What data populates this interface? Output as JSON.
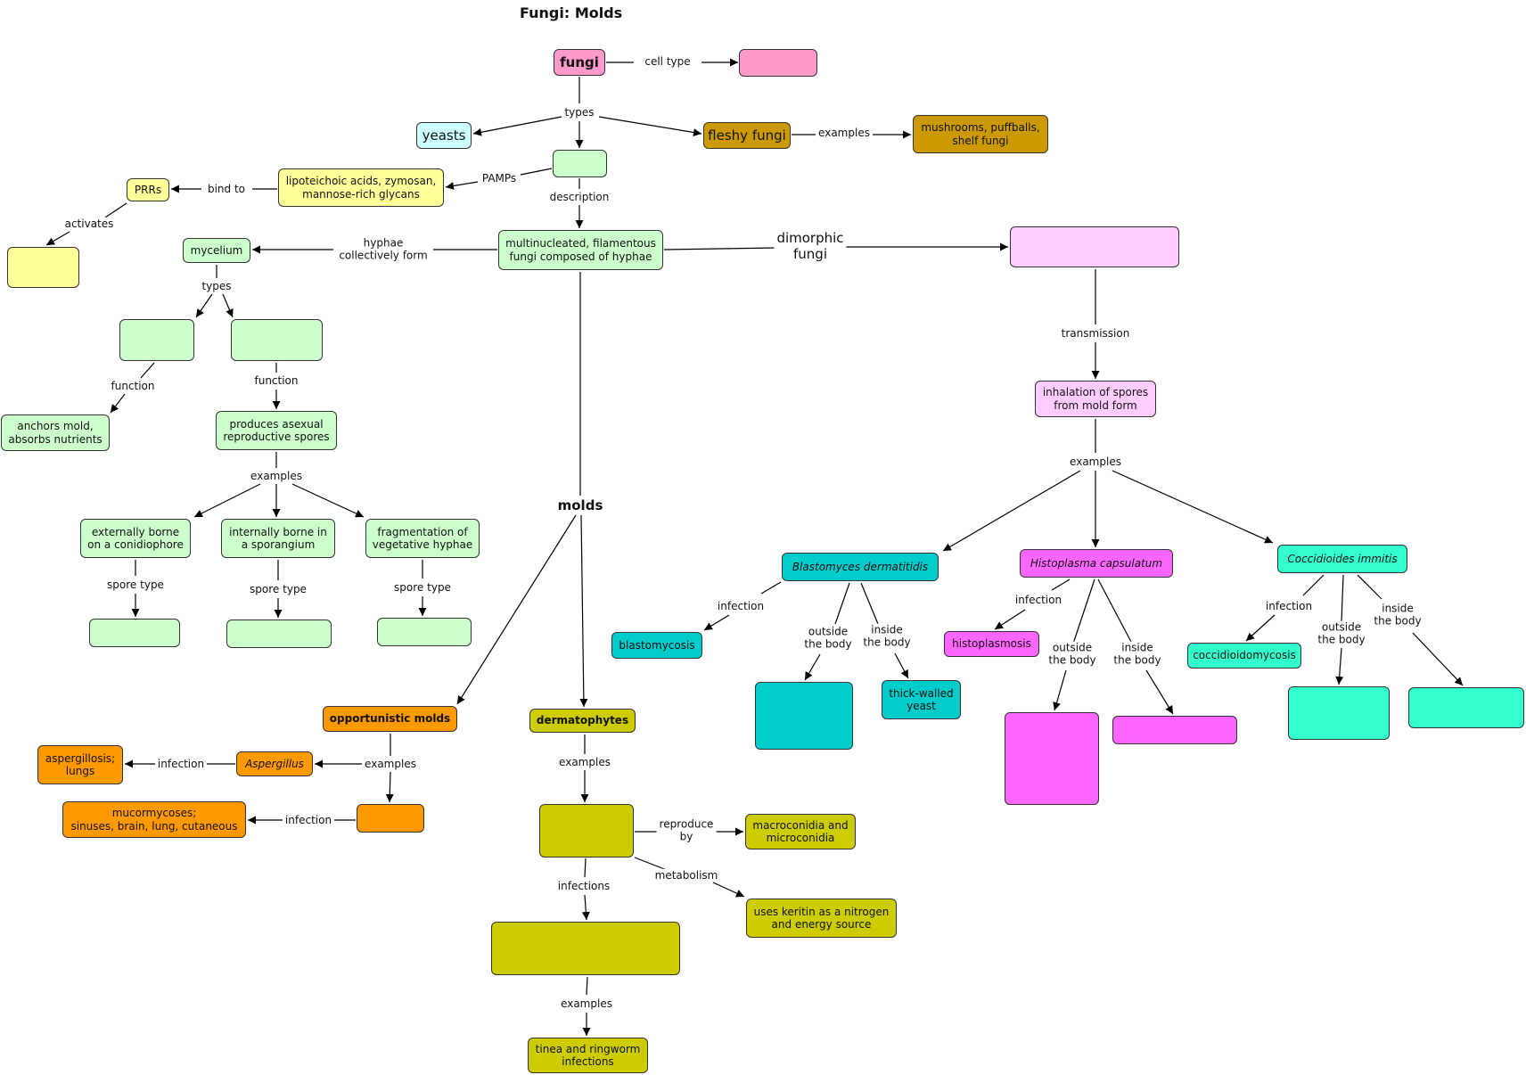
{
  "title": "Fungi: Molds",
  "nodes": {
    "fungi": "fungi",
    "cell_type_target": "",
    "yeasts": "yeasts",
    "molds_box": "",
    "fleshy_fungi": "fleshy fungi",
    "fleshy_examples": "mushrooms, puffballs,\nshelf fungi",
    "pamps": "lipoteichoic acids, zymosan,\nmannose-rich glycans",
    "prrs": "PRRs",
    "prr_target": "",
    "description": "multinucleated, filamentous\nfungi composed of hyphae",
    "dimorphic_target": "",
    "mycelium": "mycelium",
    "hyphae_type1": "",
    "hyphae_type2": "",
    "anchors": "anchors mold,\nabsorbs nutrients",
    "produces_spores": "produces asexual\nreproductive spores",
    "externally_borne": "externally borne\non a conidiophore",
    "internally_borne": "internally borne in\na sporangium",
    "fragmentation": "fragmentation of\nvegetative hyphae",
    "spore1": "",
    "spore2": "",
    "spore3": "",
    "inhalation": "inhalation of spores\nfrom mold form",
    "blastomyces": "Blastomyces dermatitidis",
    "histoplasma": "Histoplasma capsulatum",
    "coccidioides": "Coccidioides immitis",
    "blastomycosis": "blastomycosis",
    "blasto_outside": "",
    "thick_walled": "thick-walled\nyeast",
    "histoplasmosis": "histoplasmosis",
    "histo_outside": "",
    "histo_inside": "",
    "coccidioidomycosis": "coccidioidomycosis",
    "cocci_outside": "",
    "cocci_inside": "",
    "opportunistic": "opportunistic molds",
    "aspergillus": "Aspergillus",
    "aspergillosis": "aspergillosis;\nlungs",
    "mucor_genus": "",
    "mucormycoses": "mucormycoses;\nsinuses, brain, lung, cutaneous",
    "dermatophytes": "dermatophytes",
    "dermato_genera": "",
    "macroconidia": "macroconidia and\nmicroconidia",
    "keritin": "uses keritin as a nitrogen\nand energy source",
    "dermato_infections": "",
    "tinea": "tinea and ringworm\ninfections"
  },
  "labels": {
    "cell_type": "cell type",
    "types_top": "types",
    "fleshy_examples": "examples",
    "pamps": "PAMPs",
    "bind_to": "bind to",
    "activates": "activates",
    "description": "description",
    "hyphae_form": "hyphae\ncollectively form",
    "dimorphic": "dimorphic\nfungi",
    "molds": "molds",
    "mycelium_types": "types",
    "function_left": "function",
    "function_right": "function",
    "spore_examples": "examples",
    "spore_type_1": "spore type",
    "spore_type_2": "spore type",
    "spore_type_3": "spore type",
    "transmission": "transmission",
    "dimorphic_examples": "examples",
    "blasto_infection": "infection",
    "blasto_outside": "outside\nthe body",
    "blasto_inside": "inside\nthe body",
    "histo_infection": "infection",
    "histo_outside": "outside\nthe body",
    "histo_inside": "inside\nthe body",
    "cocci_infection": "infection",
    "cocci_outside": "outside\nthe body",
    "cocci_inside": "inside\nthe body",
    "opp_examples": "examples",
    "asp_infection": "infection",
    "mucor_infection": "infection",
    "dermato_examples": "examples",
    "reproduce_by": "reproduce\nby",
    "metabolism": "metabolism",
    "infections": "infections",
    "infection_examples": "examples"
  }
}
